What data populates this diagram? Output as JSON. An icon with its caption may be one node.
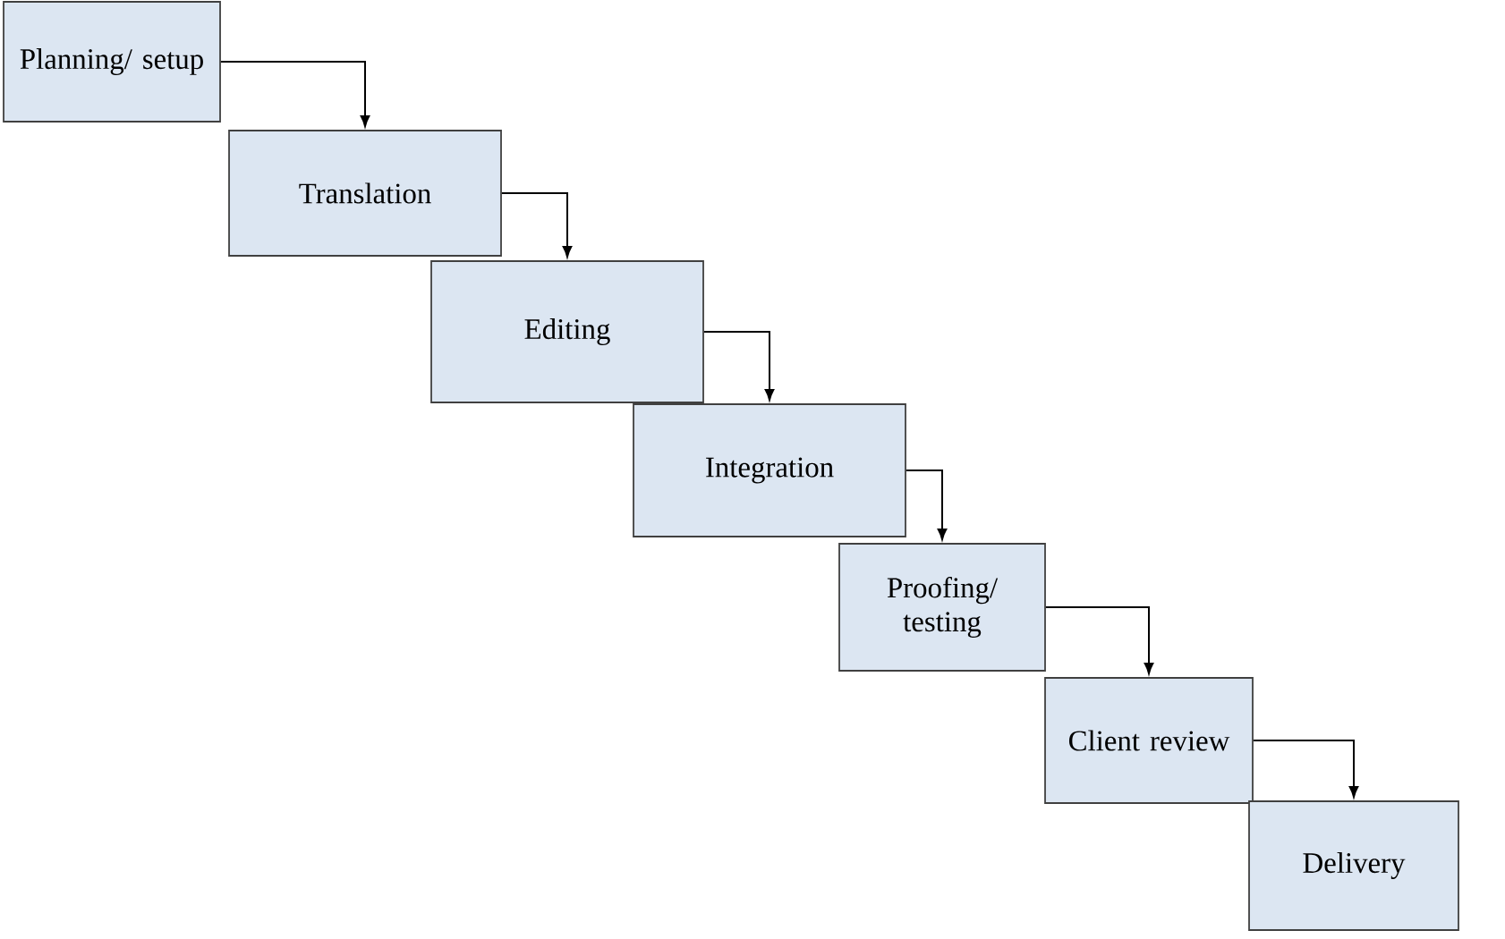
{
  "diagram": {
    "nodes": [
      {
        "text": [
          "Planning/ setup"
        ]
      },
      {
        "text": [
          "Translation"
        ]
      },
      {
        "text": [
          "Editing"
        ]
      },
      {
        "text": [
          "Integration"
        ]
      },
      {
        "text": [
          "Proofing/ testing"
        ]
      },
      {
        "text": [
          "Client review"
        ]
      },
      {
        "text": [
          "Delivery"
        ]
      }
    ],
    "edges": [
      {
        "from": 0,
        "to": 1,
        "arrow": "to"
      },
      {
        "from": 1,
        "to": 2,
        "arrow": "to"
      },
      {
        "from": 2,
        "to": 3,
        "arrow": "to"
      },
      {
        "from": 3,
        "to": 4,
        "arrow": "to"
      },
      {
        "from": 4,
        "to": 5,
        "arrow": "to"
      },
      {
        "from": 5,
        "to": 6,
        "arrow": "to"
      }
    ]
  }
}
